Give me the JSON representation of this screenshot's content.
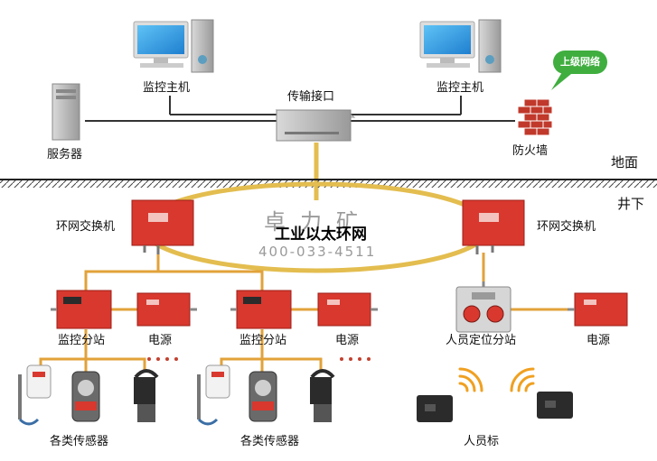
{
  "labels": {
    "monitor_host": "监控主机",
    "transmission_interface": "传输接口",
    "server": "服务器",
    "firewall": "防火墙",
    "upper_network": "上级网络",
    "surface": "地面",
    "underground": "井下",
    "ring_switch": "环网交换机",
    "ethernet_ring": "工业以太环网",
    "monitor_substation": "监控分站",
    "power": "电源",
    "personnel_substation": "人员定位分站",
    "sensors": "各类传感器",
    "personnel_tag": "人员标"
  },
  "watermark": {
    "name": "卓力矿",
    "phone": "400-033-4511"
  },
  "colors": {
    "ring": "#e3bd4f",
    "lines": "#e2a23a",
    "device_red": "#d8382e",
    "tag_dark": "#2b2b2b",
    "wifi": "#f0a020",
    "bubble": "#3fae3f"
  }
}
